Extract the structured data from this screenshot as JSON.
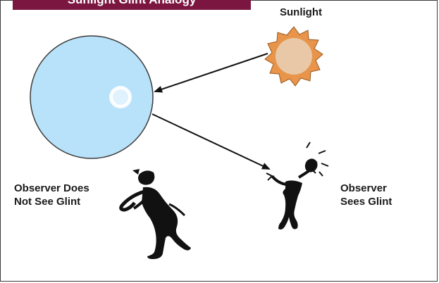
{
  "diagram": {
    "title": "Sunlight Glint Analogy",
    "sun_label": "Sunlight",
    "observer_no_glint_label": "Observer Does\nNot See Glint",
    "observer_glint_label": "Observer\nSees Glint"
  },
  "colors": {
    "title_bg": "#7a1640",
    "sphere_fill": "#b8e2fa",
    "sphere_stroke": "#3a3a3a",
    "sun_outer": "#e8944a",
    "sun_inner": "#e8c8a6",
    "glint": "#ffffff",
    "figure": "#111111"
  }
}
